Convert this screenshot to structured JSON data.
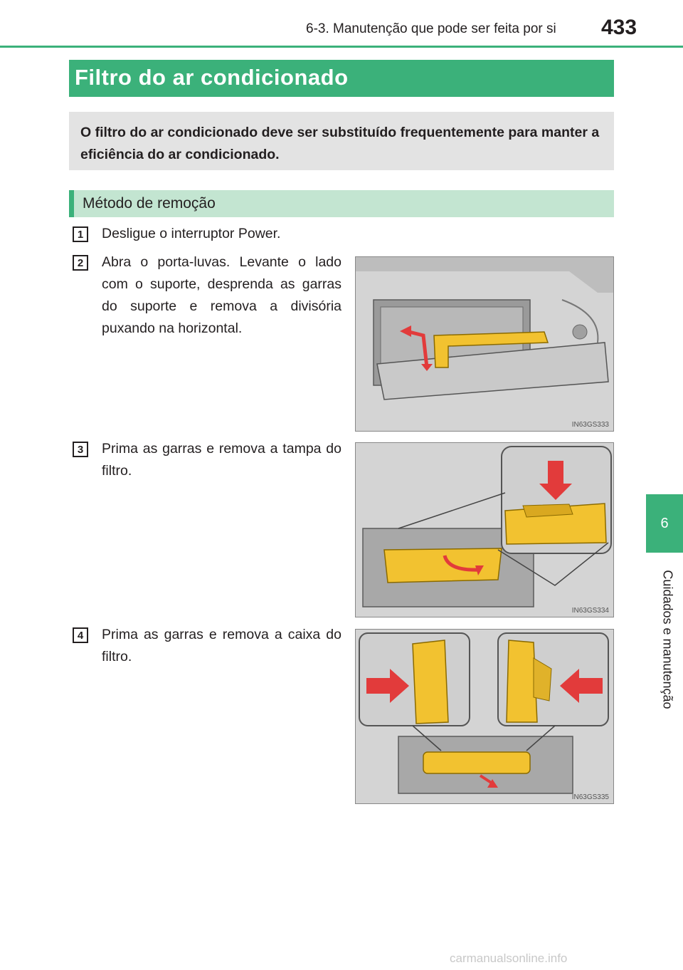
{
  "header": {
    "section_title": "6-3. Manutenção que pode ser feita por si",
    "page_number": "433"
  },
  "side_tab": {
    "chapter_number": "6",
    "chapter_title": "Cuidados e manutenção"
  },
  "title": "Filtro do ar condicionado",
  "intro": "O filtro do ar condicionado deve ser substituído frequentemente para manter a eficiência do ar condicionado.",
  "subheading": "Método de remoção",
  "steps": [
    {
      "number": "1",
      "text": "Desligue o interruptor Power."
    },
    {
      "number": "2",
      "text": "Abra o porta-luvas. Levante o lado com o suporte, desprenda as garras do suporte e remova a divisória puxando na horizontal."
    },
    {
      "number": "3",
      "text": "Prima as garras e remova a tampa do filtro."
    },
    {
      "number": "4",
      "text": "Prima as garras e remova a caixa do filtro."
    }
  ],
  "figures": [
    {
      "code": "IN63GS333"
    },
    {
      "code": "IN63GS334"
    },
    {
      "code": "IN63GS335"
    }
  ],
  "colors": {
    "accent_green": "#3bb17a",
    "light_green": "#c3e5d1",
    "intro_gray": "#e3e3e3",
    "highlight_yellow": "#f2c230",
    "arrow_red": "#e23b3b"
  },
  "footer": "carmanualsonline.info"
}
